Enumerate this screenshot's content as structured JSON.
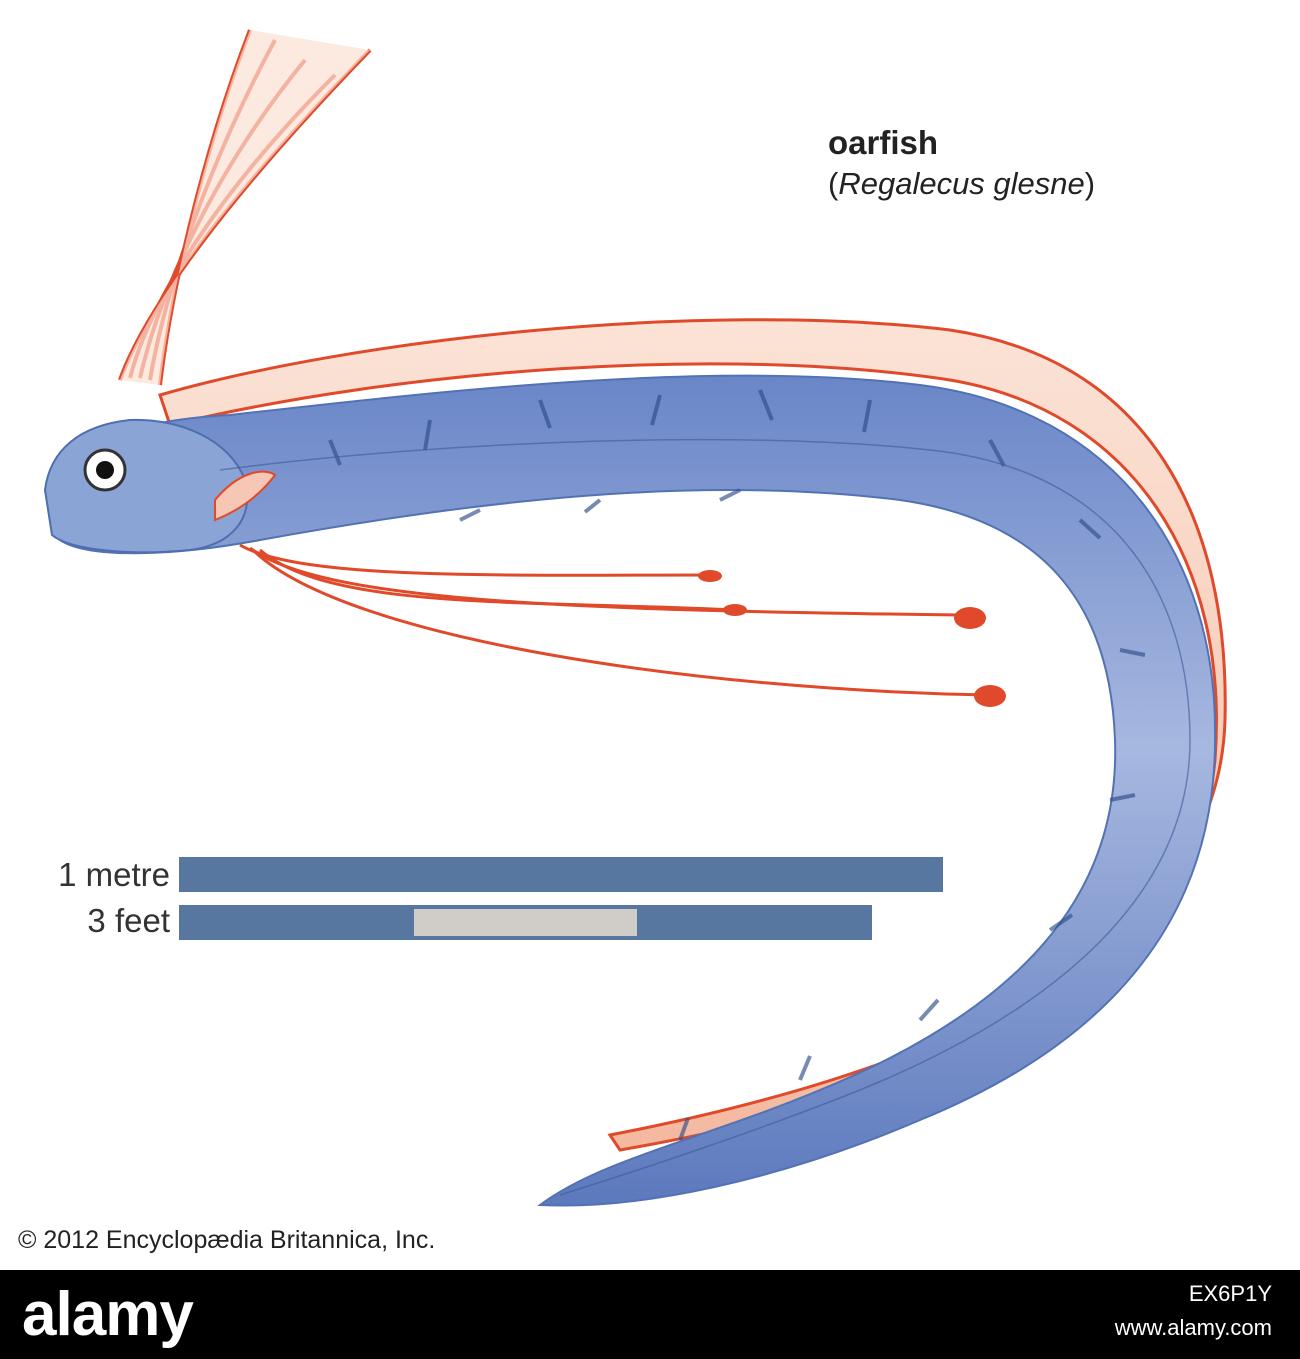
{
  "title": {
    "common_name": "oarfish",
    "open_paren": "(",
    "scientific_name": "Regalecus glesne",
    "close_paren": ")"
  },
  "scale": {
    "metric_label": "1 metre",
    "imperial_label": "3 feet"
  },
  "copyright": "© 2012 Encyclopædia Britannica, Inc.",
  "footer": {
    "brand": "alamy",
    "image_id": "EX6P1Y",
    "url": "www.alamy.com"
  },
  "colors": {
    "body_blue": "#7f9bd0",
    "fin_red": "#e04a2a",
    "scale_bar": "#5777a0"
  }
}
